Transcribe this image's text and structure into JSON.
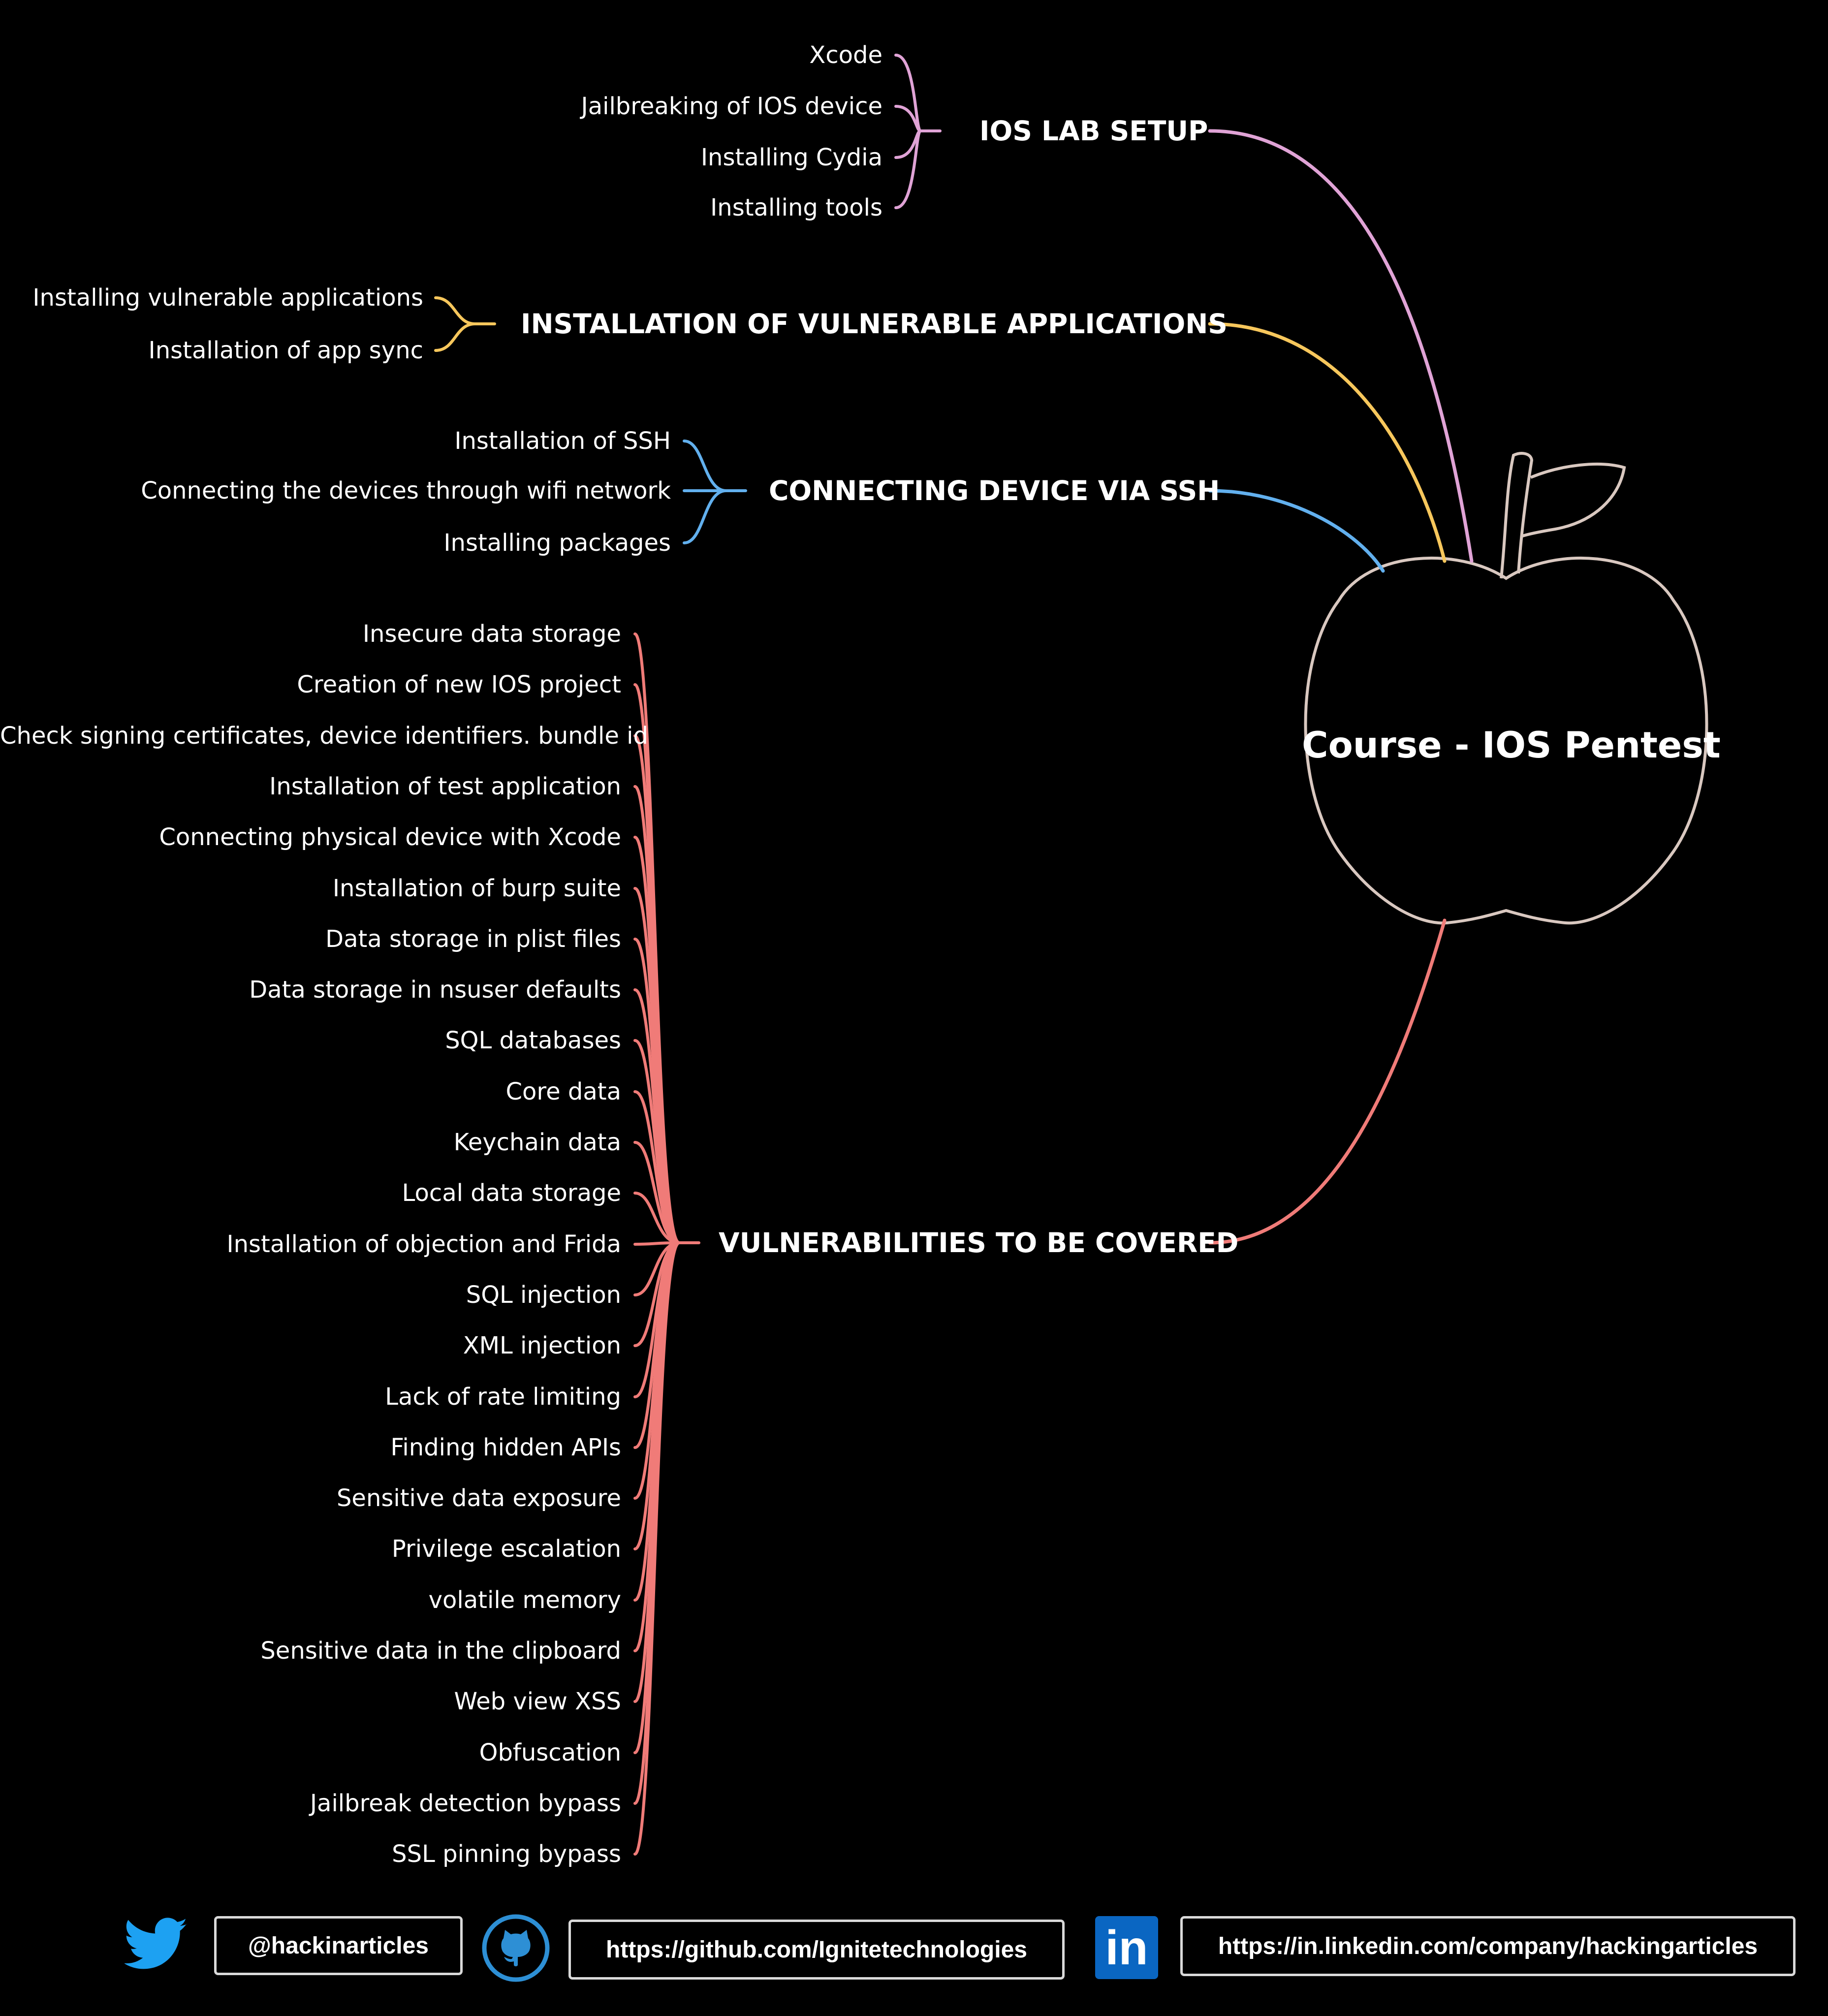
{
  "center": {
    "title": "Course - IOS Pentest"
  },
  "branches": [
    {
      "title": "IOS LAB SETUP",
      "color": "#e0a3d6",
      "items": [
        "Xcode",
        "Jailbreaking of IOS device",
        "Installing Cydia",
        "Installing tools"
      ]
    },
    {
      "title": "INSTALLATION OF VULNERABLE APPLICATIONS",
      "color": "#f7c75c",
      "items": [
        "Installing vulnerable applications",
        "Installation of app sync"
      ]
    },
    {
      "title": "CONNECTING DEVICE VIA SSH",
      "color": "#62b0ee",
      "items": [
        "Installation of SSH",
        "Connecting the devices through wifi network",
        "Installing packages"
      ]
    },
    {
      "title": "VULNERABILITIES TO BE COVERED",
      "color": "#f07b78",
      "items": [
        "Insecure data storage",
        "Creation of new IOS project",
        "Check signing certificates, device identifiers. bundle id",
        "Installation of test application",
        "Connecting physical device with Xcode",
        "Installation of burp suite",
        "Data storage in plist files",
        "Data storage in nsuser defaults",
        "SQL databases",
        "Core data",
        "Keychain data",
        "Local data storage",
        "Installation of objection and Frida",
        "SQL injection",
        "XML injection",
        "Lack of rate limiting",
        "Finding hidden APIs",
        "Sensitive data exposure",
        "Privilege escalation",
        "volatile memory",
        "Sensitive data in the clipboard",
        "Web view XSS",
        "Obfuscation",
        "Jailbreak detection bypass",
        "SSL pinning bypass"
      ]
    }
  ],
  "footer": {
    "twitter_handle": "@hackinarticles",
    "github_url": "https://github.com/Ignitetechnologies",
    "linkedin_url": "https://in.linkedin.com/company/hackingarticles",
    "linkedin_logo_text": "in",
    "twitter_color": "#1da1f2",
    "github_color": "#2d8fd5",
    "linkedin_color": "#0a66c2"
  }
}
